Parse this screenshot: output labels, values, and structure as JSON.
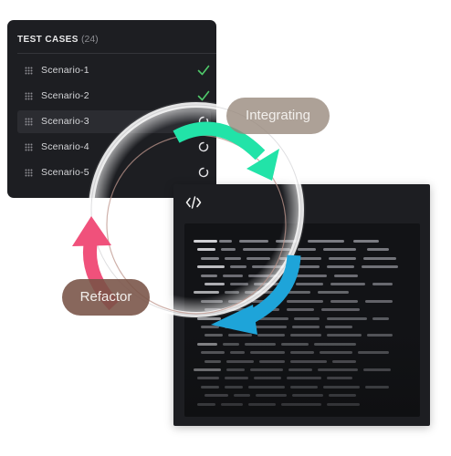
{
  "test_panel": {
    "title": "TEST CASES",
    "count": "(24)",
    "rows": [
      {
        "label": "Scenario-1",
        "status": "passed"
      },
      {
        "label": "Scenario-2",
        "status": "passed"
      },
      {
        "label": "Scenario-3",
        "status": "pending"
      },
      {
        "label": "Scenario-4",
        "status": "pending"
      },
      {
        "label": "Scenario-5",
        "status": "pending"
      }
    ]
  },
  "cycle": {
    "integrating_label": "Integrating",
    "refactor_label": "Refactor"
  },
  "code_panel": {
    "icon": "code-icon"
  },
  "colors": {
    "panel_bg": "#1d1e22",
    "check_green": "#4fc96a",
    "arrow_green": "#22e3a8",
    "arrow_blue": "#1ea4d9",
    "arrow_pink": "#f0517b"
  }
}
